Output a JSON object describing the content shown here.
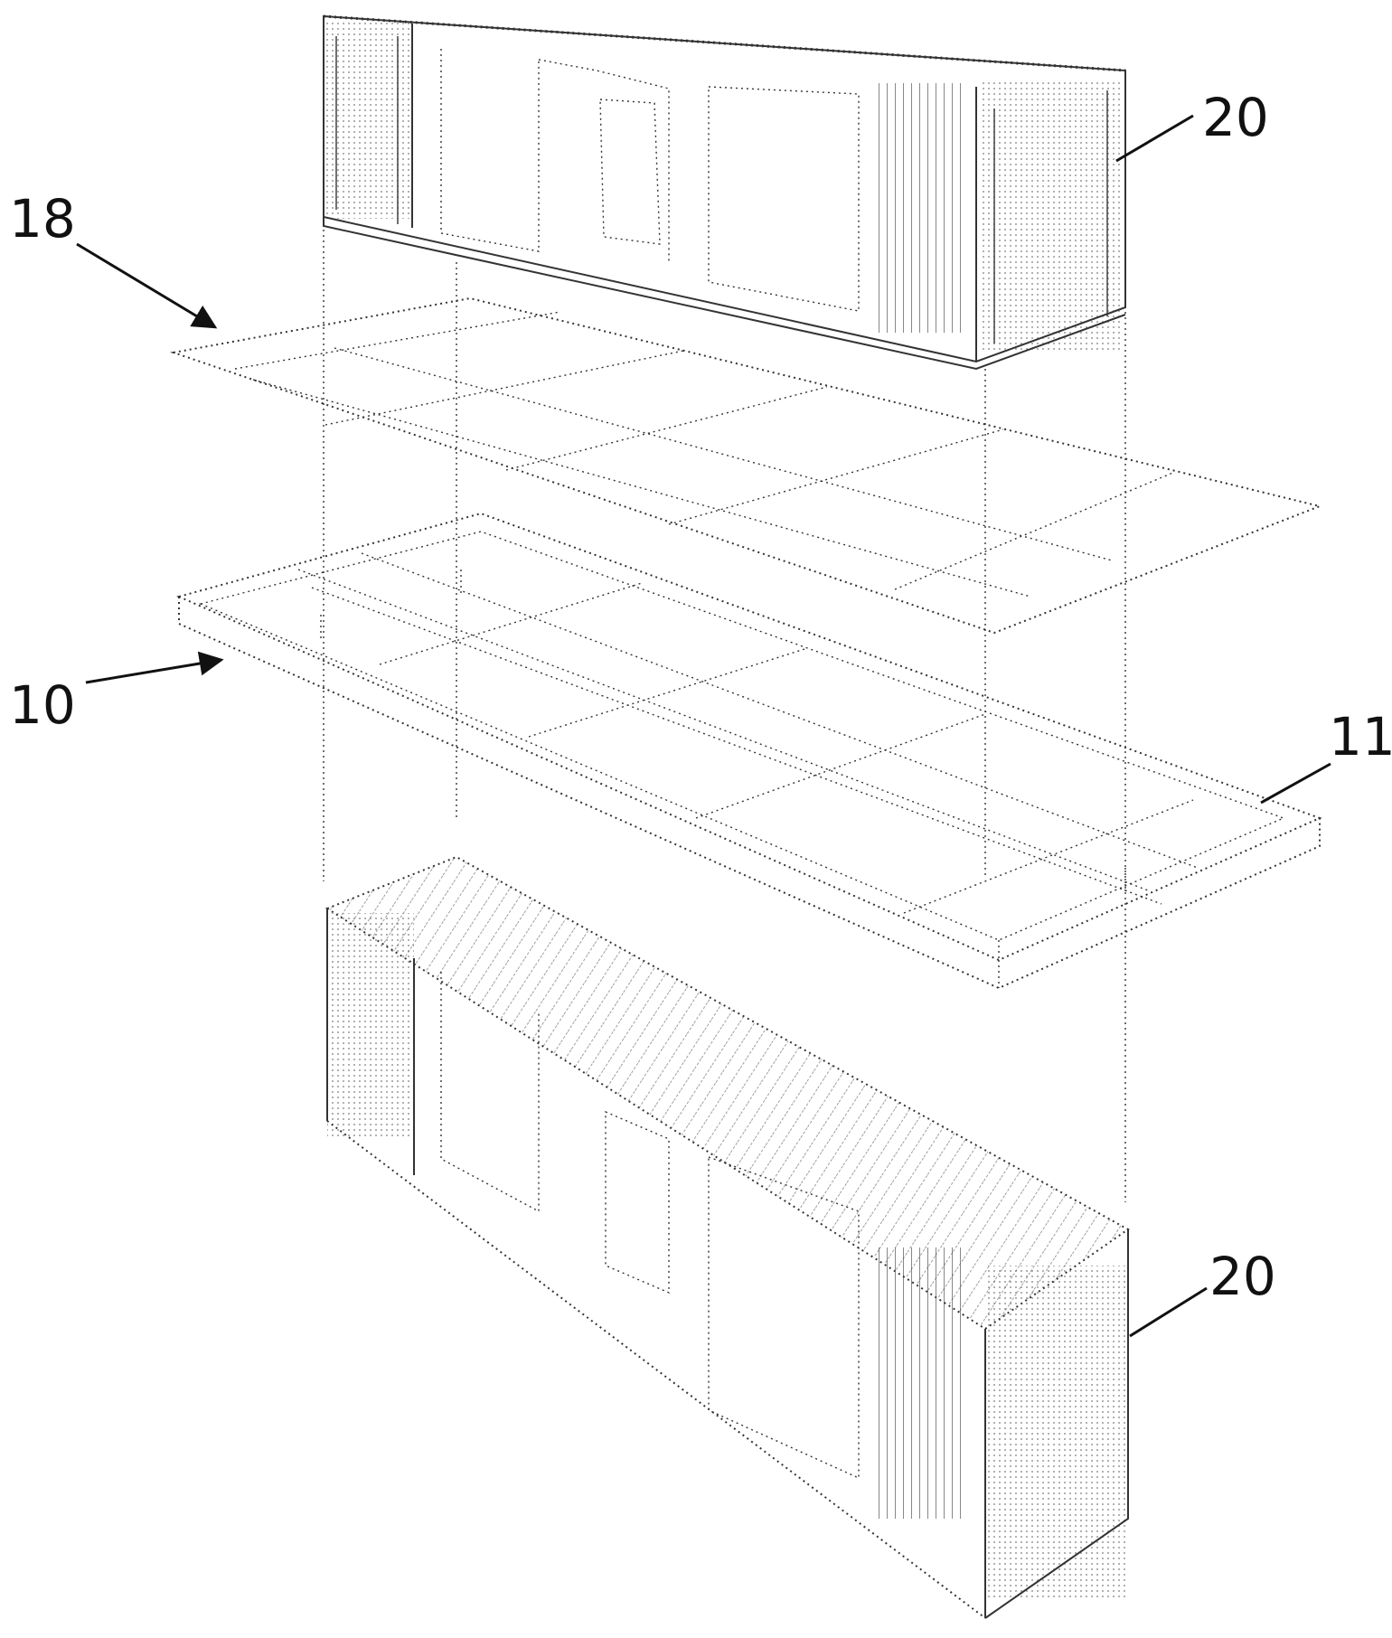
{
  "figure": {
    "labels": {
      "top_container": "20",
      "panel_layer": "18",
      "frame": "10",
      "frame_beam": "11",
      "bottom_container": "20"
    },
    "colors": {
      "line": "#333333",
      "background": "#ffffff"
    }
  }
}
